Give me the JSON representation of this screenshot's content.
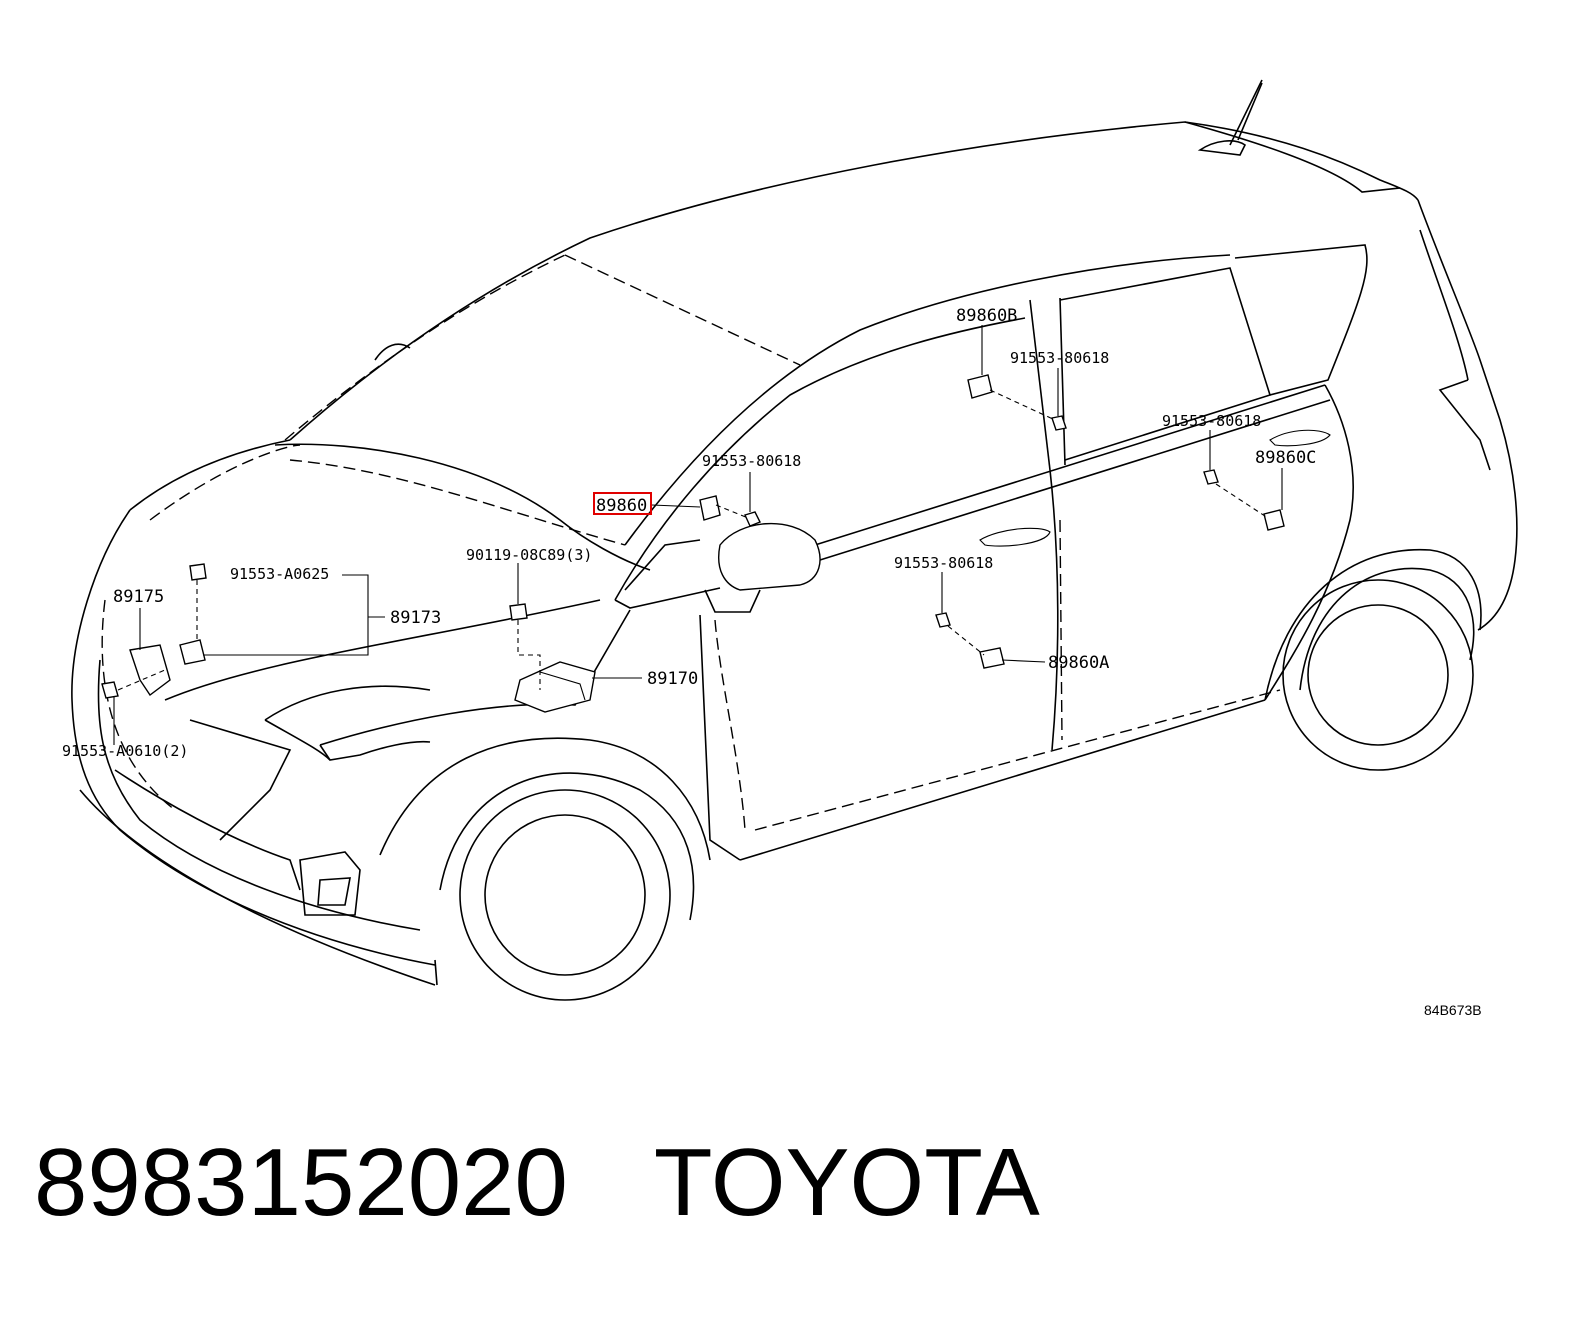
{
  "diagram": {
    "figure_id": "84B673B",
    "highlighted_label": "89860",
    "labels": {
      "p89860": "89860",
      "p89860A": "89860A",
      "p89860B": "89860B",
      "p89860C": "89860C",
      "p89170": "89170",
      "p89173": "89173",
      "p89175": "89175",
      "b91553_80618_a": "91553-80618",
      "b91553_80618_b": "91553-80618",
      "b91553_80618_c": "91553-80618",
      "b91553_80618_d": "91553-80618",
      "b91553_A0625": "91553-A0625",
      "b91553_A0610": "91553-A0610(2)",
      "b90119_08C89": "90119-08C89(3)"
    }
  },
  "caption": {
    "part_number": "8983152020",
    "brand": "TOYOTA"
  },
  "colors": {
    "highlight": "#e00000",
    "ink": "#000000",
    "background": "#ffffff"
  }
}
